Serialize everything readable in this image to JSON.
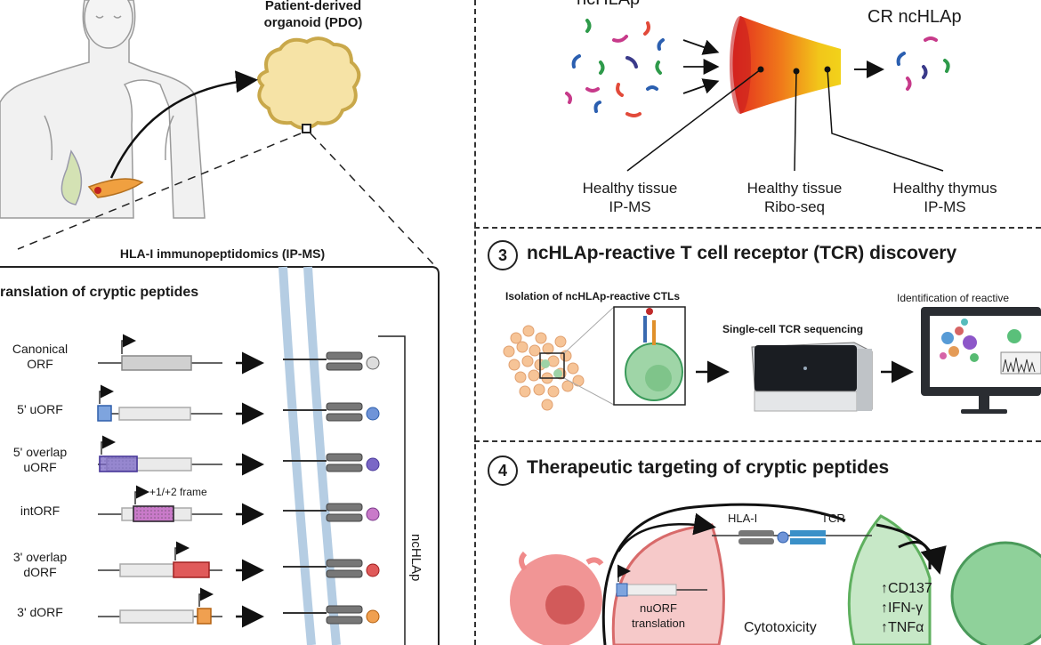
{
  "top_left": {
    "pdo_label_line1": "Patient-derived",
    "pdo_label_line2": "organoid (PDO)",
    "ipms_heading": "HLA-I immunopeptidomics (IP-MS)"
  },
  "translation_panel": {
    "title": "ranslation of cryptic peptides",
    "rows": [
      {
        "label_line1": "Canonical",
        "label_line2": "ORF"
      },
      {
        "label_line1": "5' uORF",
        "label_line2": ""
      },
      {
        "label_line1": "5' overlap",
        "label_line2": "uORF"
      },
      {
        "label_line1": "intORF",
        "label_line2": ""
      },
      {
        "label_line1": "3' overlap",
        "label_line2": "dORF"
      },
      {
        "label_line1": "3' dORF",
        "label_line2": ""
      }
    ],
    "frame_label": "+1/+2 frame",
    "vertical_label": "ncHLAp"
  },
  "filter_section": {
    "cut_title": "ncHLAp",
    "output_title": "CR ncHLAp",
    "filters": [
      {
        "line1": "Healthy tissue",
        "line2": "IP-MS"
      },
      {
        "line1": "Healthy tissue",
        "line2": "Ribo-seq"
      },
      {
        "line1": "Healthy thymus",
        "line2": "IP-MS"
      }
    ],
    "colors": {
      "red": "#e32a1f",
      "orange": "#f07a1a",
      "yellow": "#f2d21a"
    }
  },
  "step3": {
    "number": "3",
    "title": "ncHLAp-reactive T cell receptor (TCR) discovery",
    "isolation_label": "Isolation of ncHLAp-reactive CTLs",
    "sequencing_label": "Single-cell TCR sequencing",
    "identification_label": "Identification of reactive"
  },
  "step4": {
    "number": "4",
    "title": "Therapeutic targeting of cryptic peptides",
    "hla_label": "HLA-I",
    "tcr_label": "TCR",
    "nuorf_line1": "nuORF",
    "nuorf_line2": "translation",
    "cytotoxicity": "Cytotoxicity",
    "markers": [
      "↑CD137",
      "↑IFN-γ",
      "↑TNFα"
    ]
  }
}
